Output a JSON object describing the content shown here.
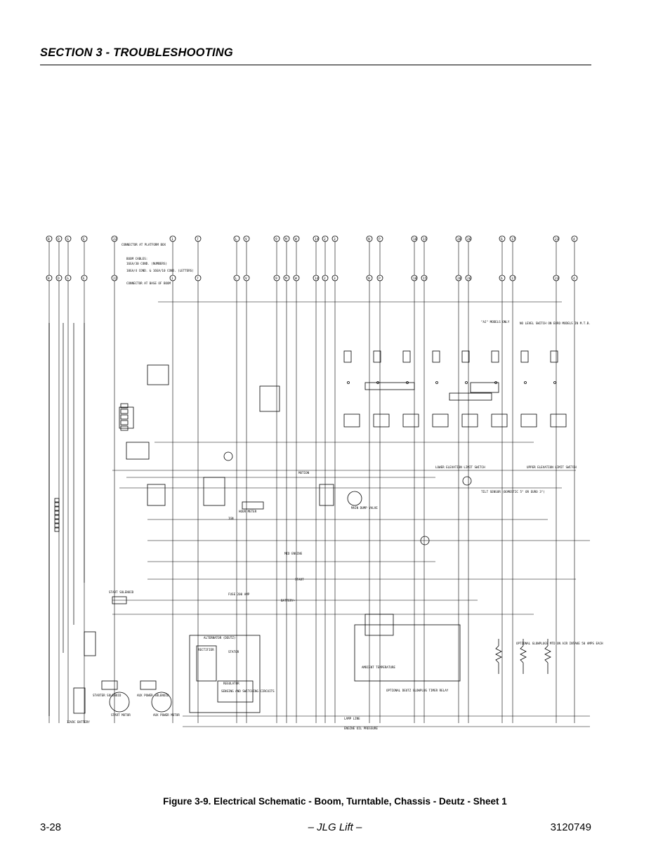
{
  "header": {
    "section_title": "SECTION 3 - TROUBLESHOOTING"
  },
  "figure": {
    "caption": "Figure 3-9.  Electrical Schematic - Boom, Turntable, Chassis - Deutz - Sheet 1",
    "connector_labels": [
      "B",
      "D",
      "G",
      "E",
      "22",
      "1",
      "7",
      "L",
      "V",
      "9",
      "M",
      "W",
      "14",
      "2",
      "3",
      "N",
      "P",
      "18",
      "15",
      "28",
      "26",
      "6",
      "17",
      "23",
      "4"
    ],
    "callouts": {
      "connector_platform": "CONNECTOR AT PLATFORM BOX",
      "boom_cables": "BOOM CABLES:",
      "cond_numbers": "16GA/30 COND. (NUMBERS)",
      "cond_letters": "10GA/4 COND. & 16GA/10 COND. (LETTERS)",
      "connector_boom": "CONNECTOR AT BASE OF BOOM",
      "aj_models": "\"AJ\" MODELS ONLY",
      "no_level_switch": "NO LEVEL SWITCH ON EURO MODELS IN M.T.B.",
      "alternator": "ALTERNATOR (DEUTZ)",
      "rectifier": "RECTIFIER",
      "stator": "STATOR",
      "regulator": "REGULATOR",
      "sensing": "SENSING AND SWITCHING CIRCUITS",
      "timer_relay": "OPTIONAL DEUTZ GLOWPLUG TIMER RELAY",
      "ambient": "AMBIENT TEMPERATURE",
      "glowplugs": "OPTIONAL GLOWPLUGS MTD ON AIR INTAKE 50 AMPS EACH",
      "tilt_sensor": "TILT SENSOR (DOMESTIC 5° OR EURO 3°)",
      "start_solenoid": "START SOLENOID",
      "starter_solenoid": "STARTER SOLENOID",
      "aux_power_solenoid": "AUX POWER SOLENOID",
      "start_motor": "START MOTOR",
      "aux_power_motor": "AUX POWER MOTOR",
      "battery": "12VDC BATTERY",
      "fuse": "FUSE 200 AMP",
      "lower_limit": "LOWER ELEVATION LIMIT SWITCH",
      "upper_limit": "UPPER ELEVATION LIMIT SWITCH",
      "main_dump": "MAIN DUMP VALVE",
      "hour_meter": "HOUR METER",
      "lamp_line": "LAMP LINE",
      "engine_oil": "ENGINE OIL PRESSURE",
      "motion": "MOTION",
      "mid_engine": "MID ENGINE",
      "battery_plus": "BATTERY+",
      "ign": "IGN",
      "start": "START"
    }
  },
  "footer": {
    "page_number": "3-28",
    "center": "– JLG Lift –",
    "doc_number": "3120749"
  }
}
